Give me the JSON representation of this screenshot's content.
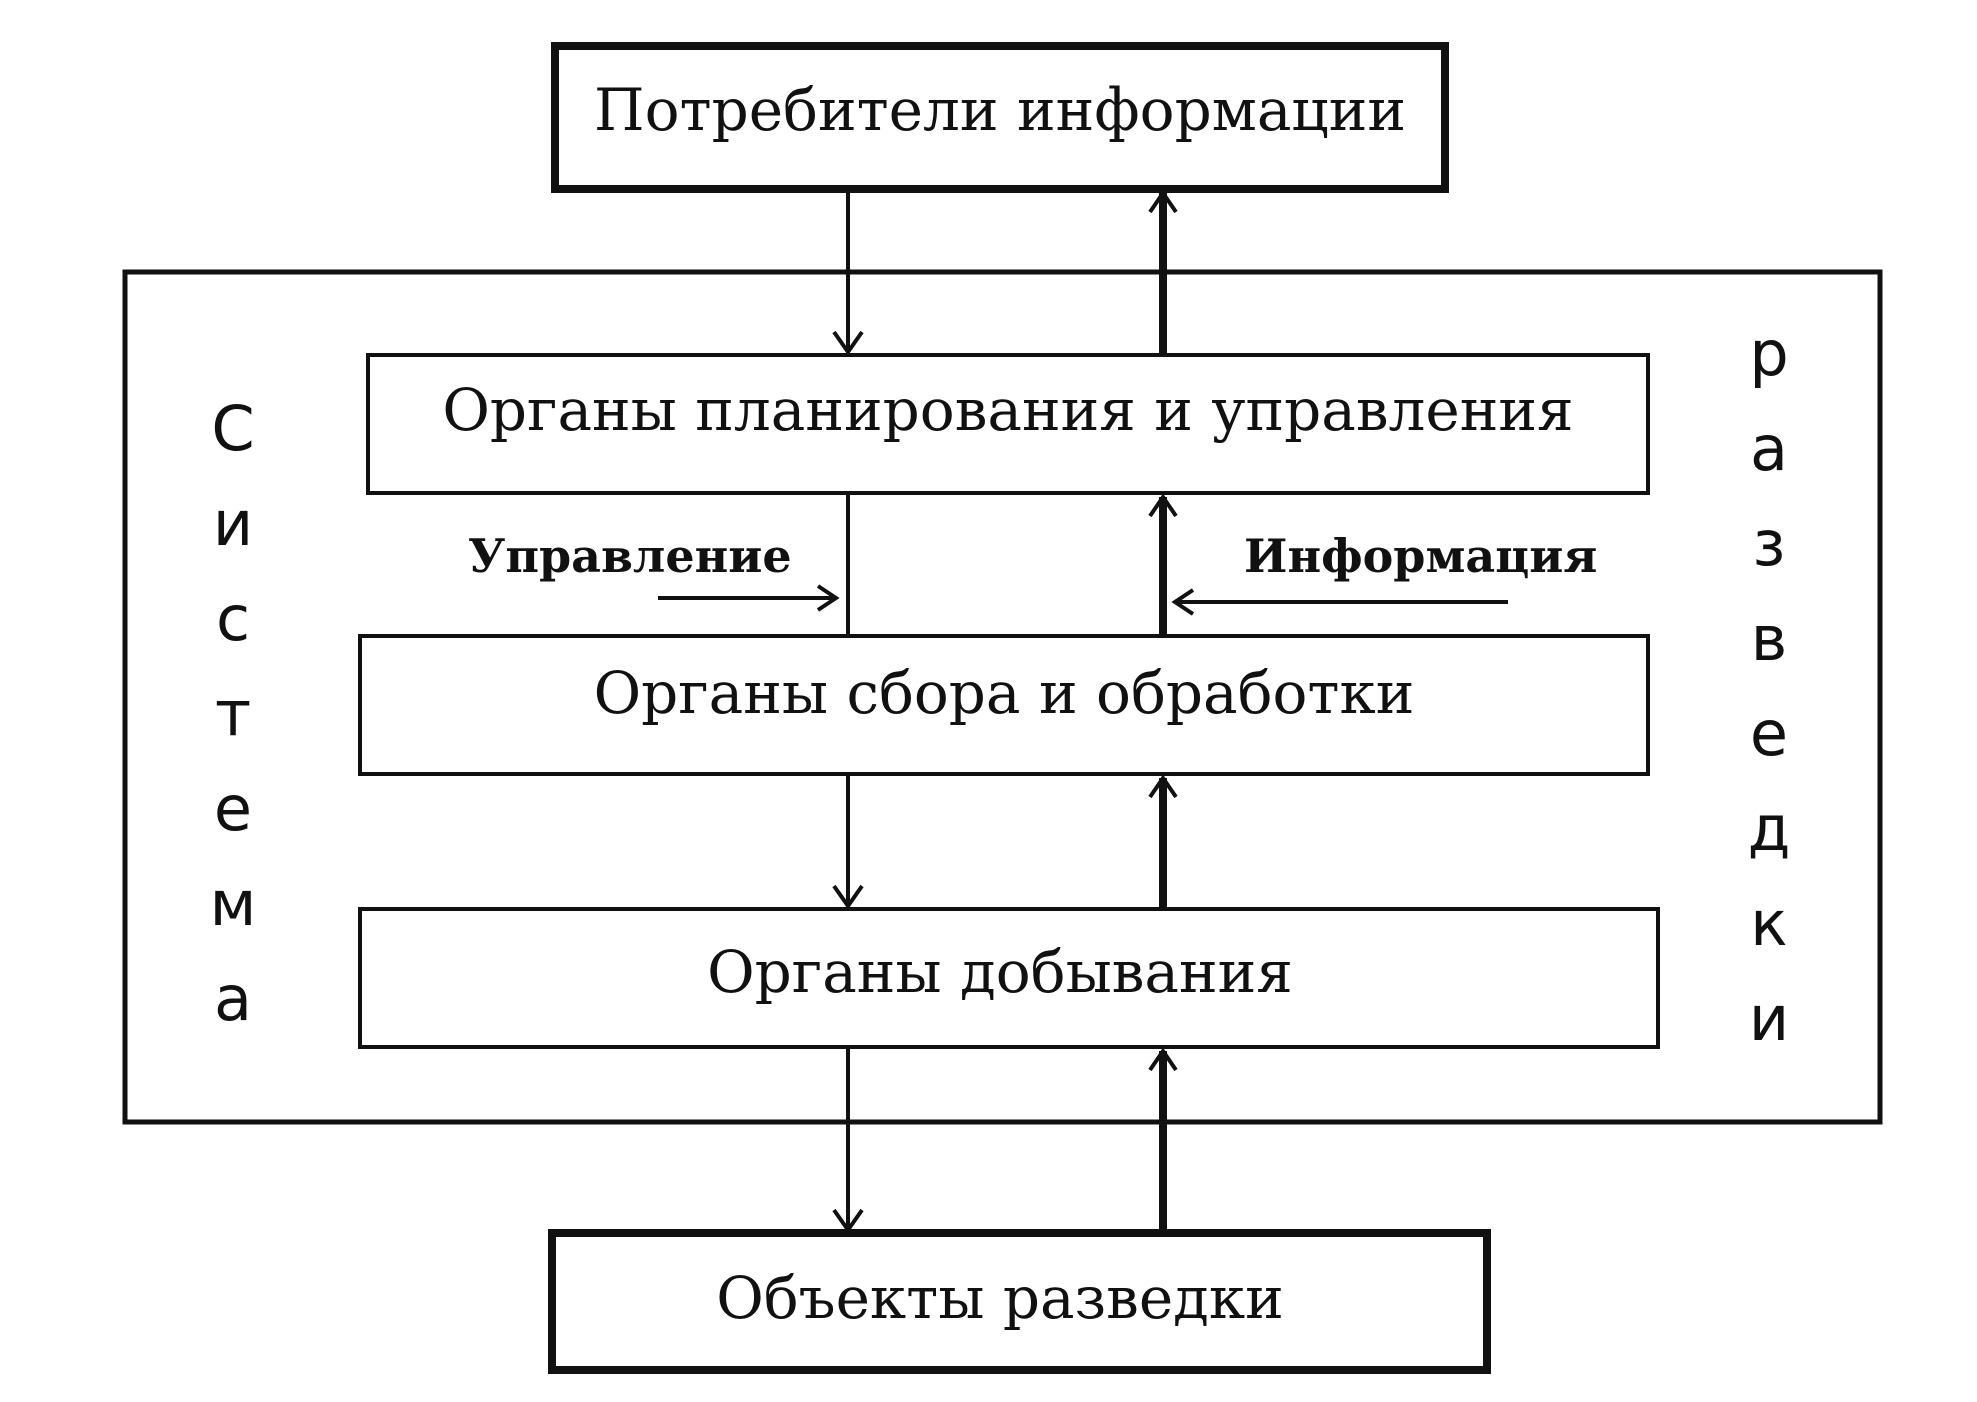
{
  "boxes": {
    "consumers": "Потребители информации",
    "planning": "Органы планирования и управления",
    "collection": "Органы сбора и обработки",
    "acquisition": "Органы добывания",
    "objects": "Объекты разведки"
  },
  "labels": {
    "control": "Управление",
    "information": "Информация"
  },
  "side_text": {
    "left": [
      "С",
      "и",
      "с",
      "т",
      "е",
      "м",
      "а"
    ],
    "right": [
      "р",
      "а",
      "з",
      "в",
      "е",
      "д",
      "к",
      "и"
    ]
  },
  "colors": {
    "stroke": "#111111",
    "background": "#ffffff"
  }
}
